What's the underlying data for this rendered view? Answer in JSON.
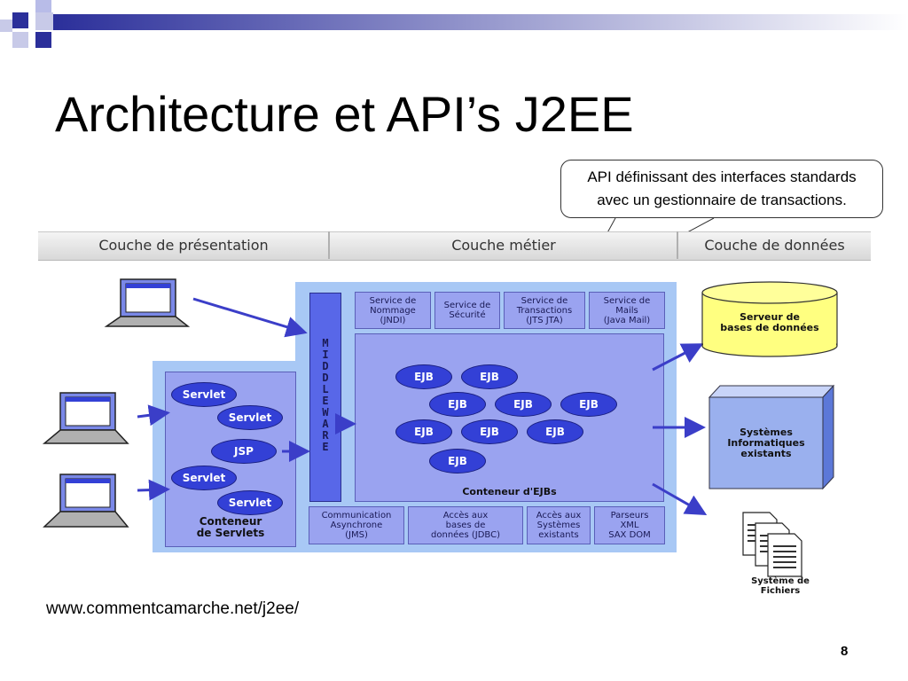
{
  "slide": {
    "title": "Architecture et API’s J2EE",
    "callout": {
      "line1": "API définissant des interfaces standards",
      "line2": "avec un gestionnaire de transactions."
    },
    "source": "www.commentcamarche.net/j2ee/",
    "page_number": "8"
  },
  "diagram": {
    "layers": [
      "Couche de présentation",
      "Couche métier",
      "Couche de données"
    ],
    "servlet_container": {
      "items": [
        "Servlet",
        "Servlet",
        "JSP",
        "Servlet",
        "Servlet"
      ],
      "label": "Conteneur\nde Servlets"
    },
    "middleware_letters": [
      "M",
      "I",
      "D",
      "D",
      "L",
      "E",
      "W",
      "A",
      "R",
      "E"
    ],
    "services_top": [
      "Service de\nNommage\n(JNDI)",
      "Service de\nSécurité",
      "Service de\nTransactions\n(JTS JTA)",
      "Service de\nMails\n(Java Mail)"
    ],
    "ejb_container": {
      "items": [
        "EJB",
        "EJB",
        "EJB",
        "EJB",
        "EJB",
        "EJB",
        "EJB",
        "EJB",
        "EJB"
      ],
      "label": "Conteneur d'EJBs"
    },
    "services_bottom": [
      "Communication\nAsynchrone\n(JMS)",
      "Accès aux\nbases de\ndonnées (JDBC)",
      "Accès aux\nSystèmes\nexistants",
      "Parseurs\nXML\nSAX DOM"
    ],
    "data_targets": {
      "database": "Serveur de\nbases de données",
      "legacy": "Systèmes\nInformatiques\nexistants",
      "files": "Système de\nFichiers"
    }
  },
  "colors": {
    "light_blue": "#a8c8f5",
    "box_fill": "#9aa3f0",
    "ellipse_fill": "#3340d6",
    "arrow": "#3b3ec8",
    "database_fill": "#ffff80",
    "title_bar_accent": "#2b2f9a"
  }
}
